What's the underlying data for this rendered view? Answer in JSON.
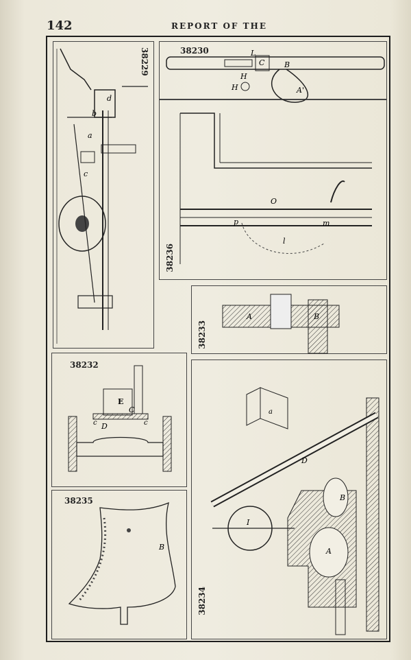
{
  "header": {
    "page_number": "142",
    "running_head": "REPORT OF THE"
  },
  "figures": {
    "fig_38229": {
      "number": "38229",
      "letters": [
        "d",
        "b",
        "a",
        "c"
      ]
    },
    "fig_38230": {
      "number": "38230",
      "letters": [
        "L",
        "C",
        "B",
        "H",
        "H",
        "A'"
      ]
    },
    "fig_38236": {
      "number": "38236",
      "letters": [
        "O",
        "p",
        "m",
        "l"
      ]
    },
    "fig_38233": {
      "number": "38233",
      "letters": [
        "A",
        "B"
      ]
    },
    "fig_38232": {
      "number": "38232",
      "letters": [
        "E",
        "C",
        "D",
        "c",
        "c"
      ]
    },
    "fig_38235": {
      "number": "38235",
      "letters": [
        "B"
      ]
    },
    "fig_38234": {
      "number": "38234",
      "letters": [
        "D",
        "B",
        "I",
        "A",
        "a"
      ]
    }
  }
}
